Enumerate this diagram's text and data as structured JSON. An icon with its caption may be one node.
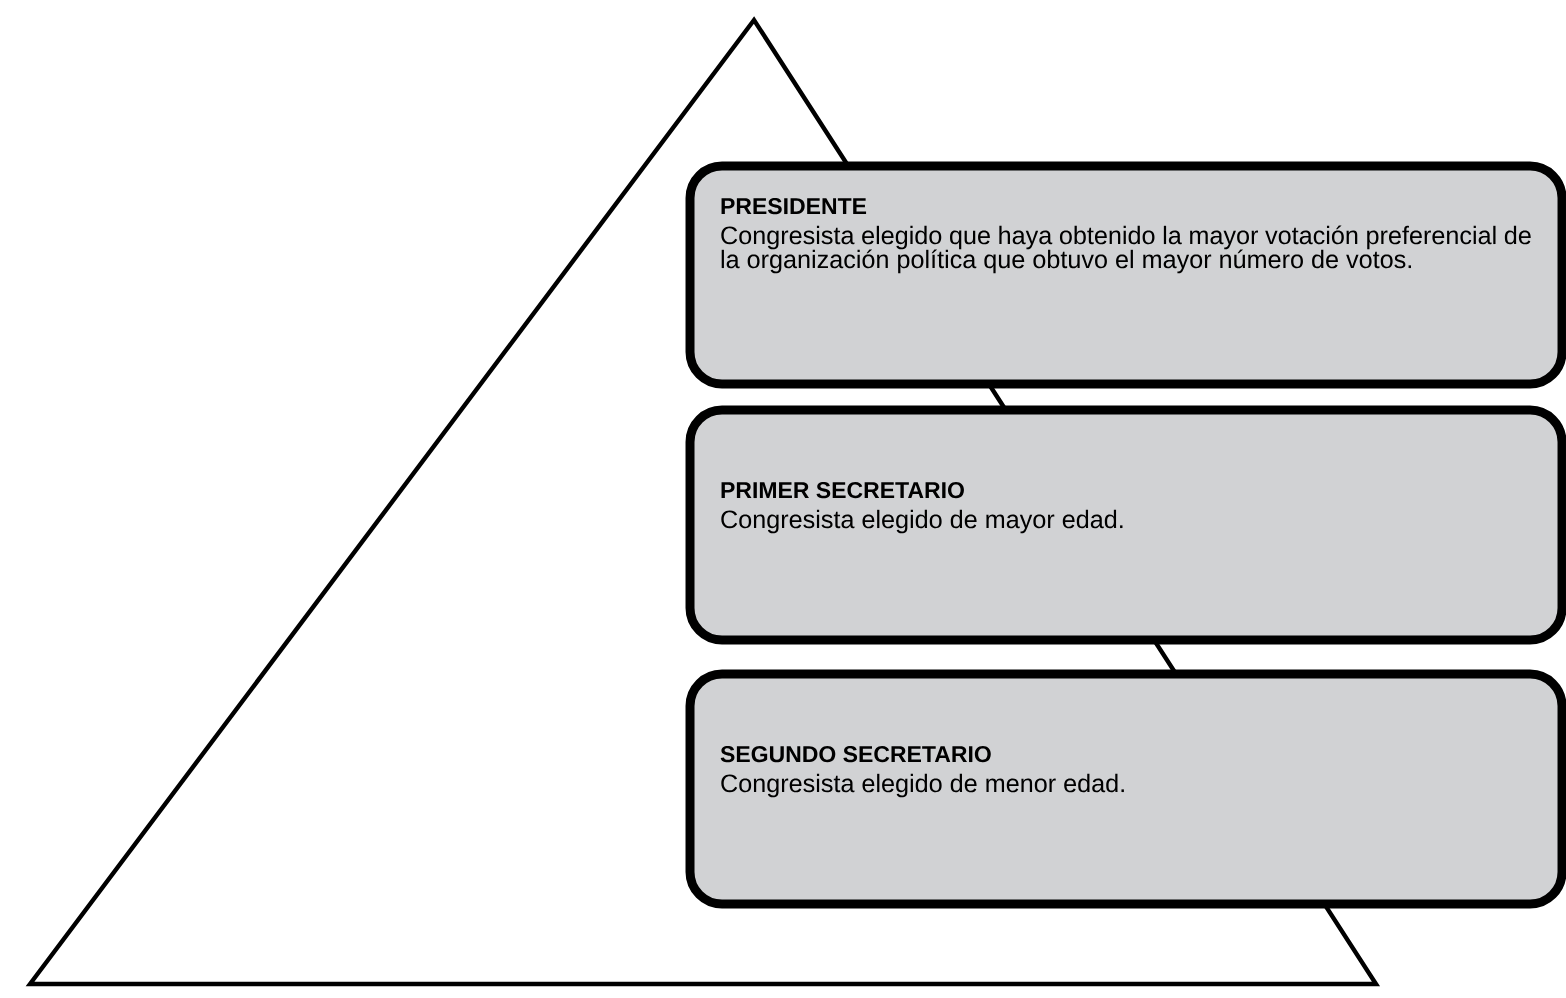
{
  "diagram": {
    "nodes": [
      {
        "text": [],
        "shape": "triangle"
      },
      {
        "text": [
          "PRESIDENTE",
          "Congresista elegido que haya obtenido la mayor votación preferencial de la organización política que obtuvo el mayor número de votos."
        ]
      },
      {
        "text": [
          "PRIMER SECRETARIO",
          "Congresista elegido de mayor edad."
        ]
      },
      {
        "text": [
          "SEGUNDO SECRETARIO",
          "Congresista elegido de menor edad."
        ]
      }
    ]
  }
}
